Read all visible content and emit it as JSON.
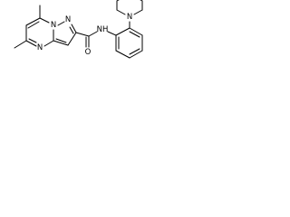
{
  "structure": {
    "atoms": {
      "n_bridge": "N",
      "n_pyrazole": "N",
      "n_pyrimidine": "N",
      "o_carbonyl": "O",
      "n_amide": "NH",
      "n_piperidine": "N"
    }
  }
}
